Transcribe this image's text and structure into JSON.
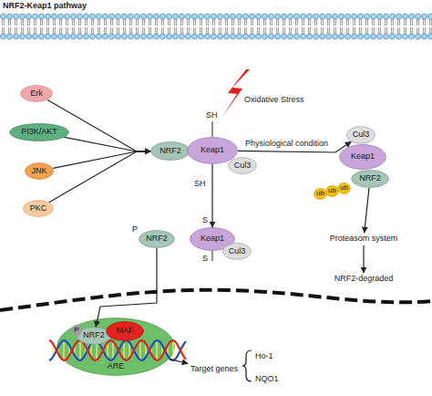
{
  "diagram": {
    "title": "NRF2-Keap1 pathway",
    "nodes": [
      {
        "text": [
          "Erk"
        ]
      },
      {
        "text": [
          "PI3K/AKT"
        ]
      },
      {
        "text": [
          "JNK"
        ]
      },
      {
        "text": [
          "PKC"
        ]
      },
      {
        "text": [
          "NRF2"
        ]
      },
      {
        "text": [
          "Keap1"
        ]
      },
      {
        "text": [
          "Cul3"
        ]
      },
      {
        "text": [
          "Cul3"
        ]
      },
      {
        "text": [
          "Keap1"
        ]
      },
      {
        "text": [
          "NRF2"
        ]
      },
      {
        "text": [
          "ub"
        ]
      },
      {
        "text": [
          "ub"
        ]
      },
      {
        "text": [
          "ub"
        ]
      },
      {
        "text": [
          "Proteasom system"
        ]
      },
      {
        "text": [
          "NRF2-degraded"
        ]
      },
      {
        "text": [
          "NRF2"
        ]
      },
      {
        "text": [
          "Keap1"
        ]
      },
      {
        "text": [
          "Cul3"
        ]
      },
      {
        "text": [
          "ARE"
        ]
      },
      {
        "text": [
          "NRF2"
        ],
        "in": 18
      },
      {
        "text": [
          "MAF"
        ],
        "in": 18
      },
      {
        "text": [
          "Target genes"
        ]
      }
    ],
    "edges": [
      {
        "from": 0,
        "to": 4,
        "arrow": "to"
      },
      {
        "from": 1,
        "to": 4,
        "arrow": "to"
      },
      {
        "from": 2,
        "to": 4,
        "arrow": "to"
      },
      {
        "from": 3,
        "to": 4,
        "arrow": "to"
      },
      {
        "from": 5,
        "to": 7,
        "label": "Physiological condition",
        "arrow": "to"
      },
      {
        "from": 9,
        "to": 13,
        "arrow": "to"
      },
      {
        "from": 13,
        "to": 14,
        "arrow": "to"
      },
      {
        "from": 5,
        "to": 16,
        "arrow": "to"
      },
      {
        "from": 15,
        "to": 19,
        "arrow": "to"
      },
      {
        "from": 18,
        "to": 21,
        "arrow": "to"
      }
    ],
    "labels": [
      "Oxidative Stress",
      "SH",
      "SH",
      "P",
      "S",
      "S",
      "P",
      "Ho-1",
      "NQO1"
    ]
  }
}
